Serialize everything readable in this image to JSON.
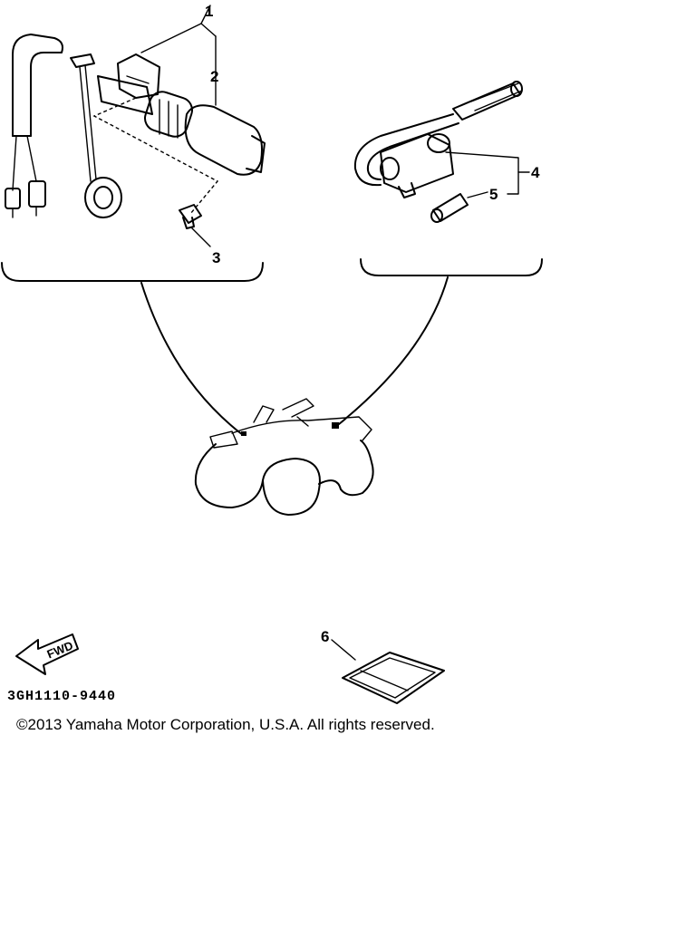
{
  "callouts": [
    {
      "id": "1",
      "text": "1"
    },
    {
      "id": "2",
      "text": "2"
    },
    {
      "id": "3",
      "text": "3"
    },
    {
      "id": "4",
      "text": "4"
    },
    {
      "id": "5",
      "text": "5"
    },
    {
      "id": "6",
      "text": "6"
    }
  ],
  "fwd_label": "FWD",
  "diagram_code": "3GH1110-9440",
  "copyright": "©2013 Yamaha Motor Corporation, U.S.A. All rights reserved."
}
